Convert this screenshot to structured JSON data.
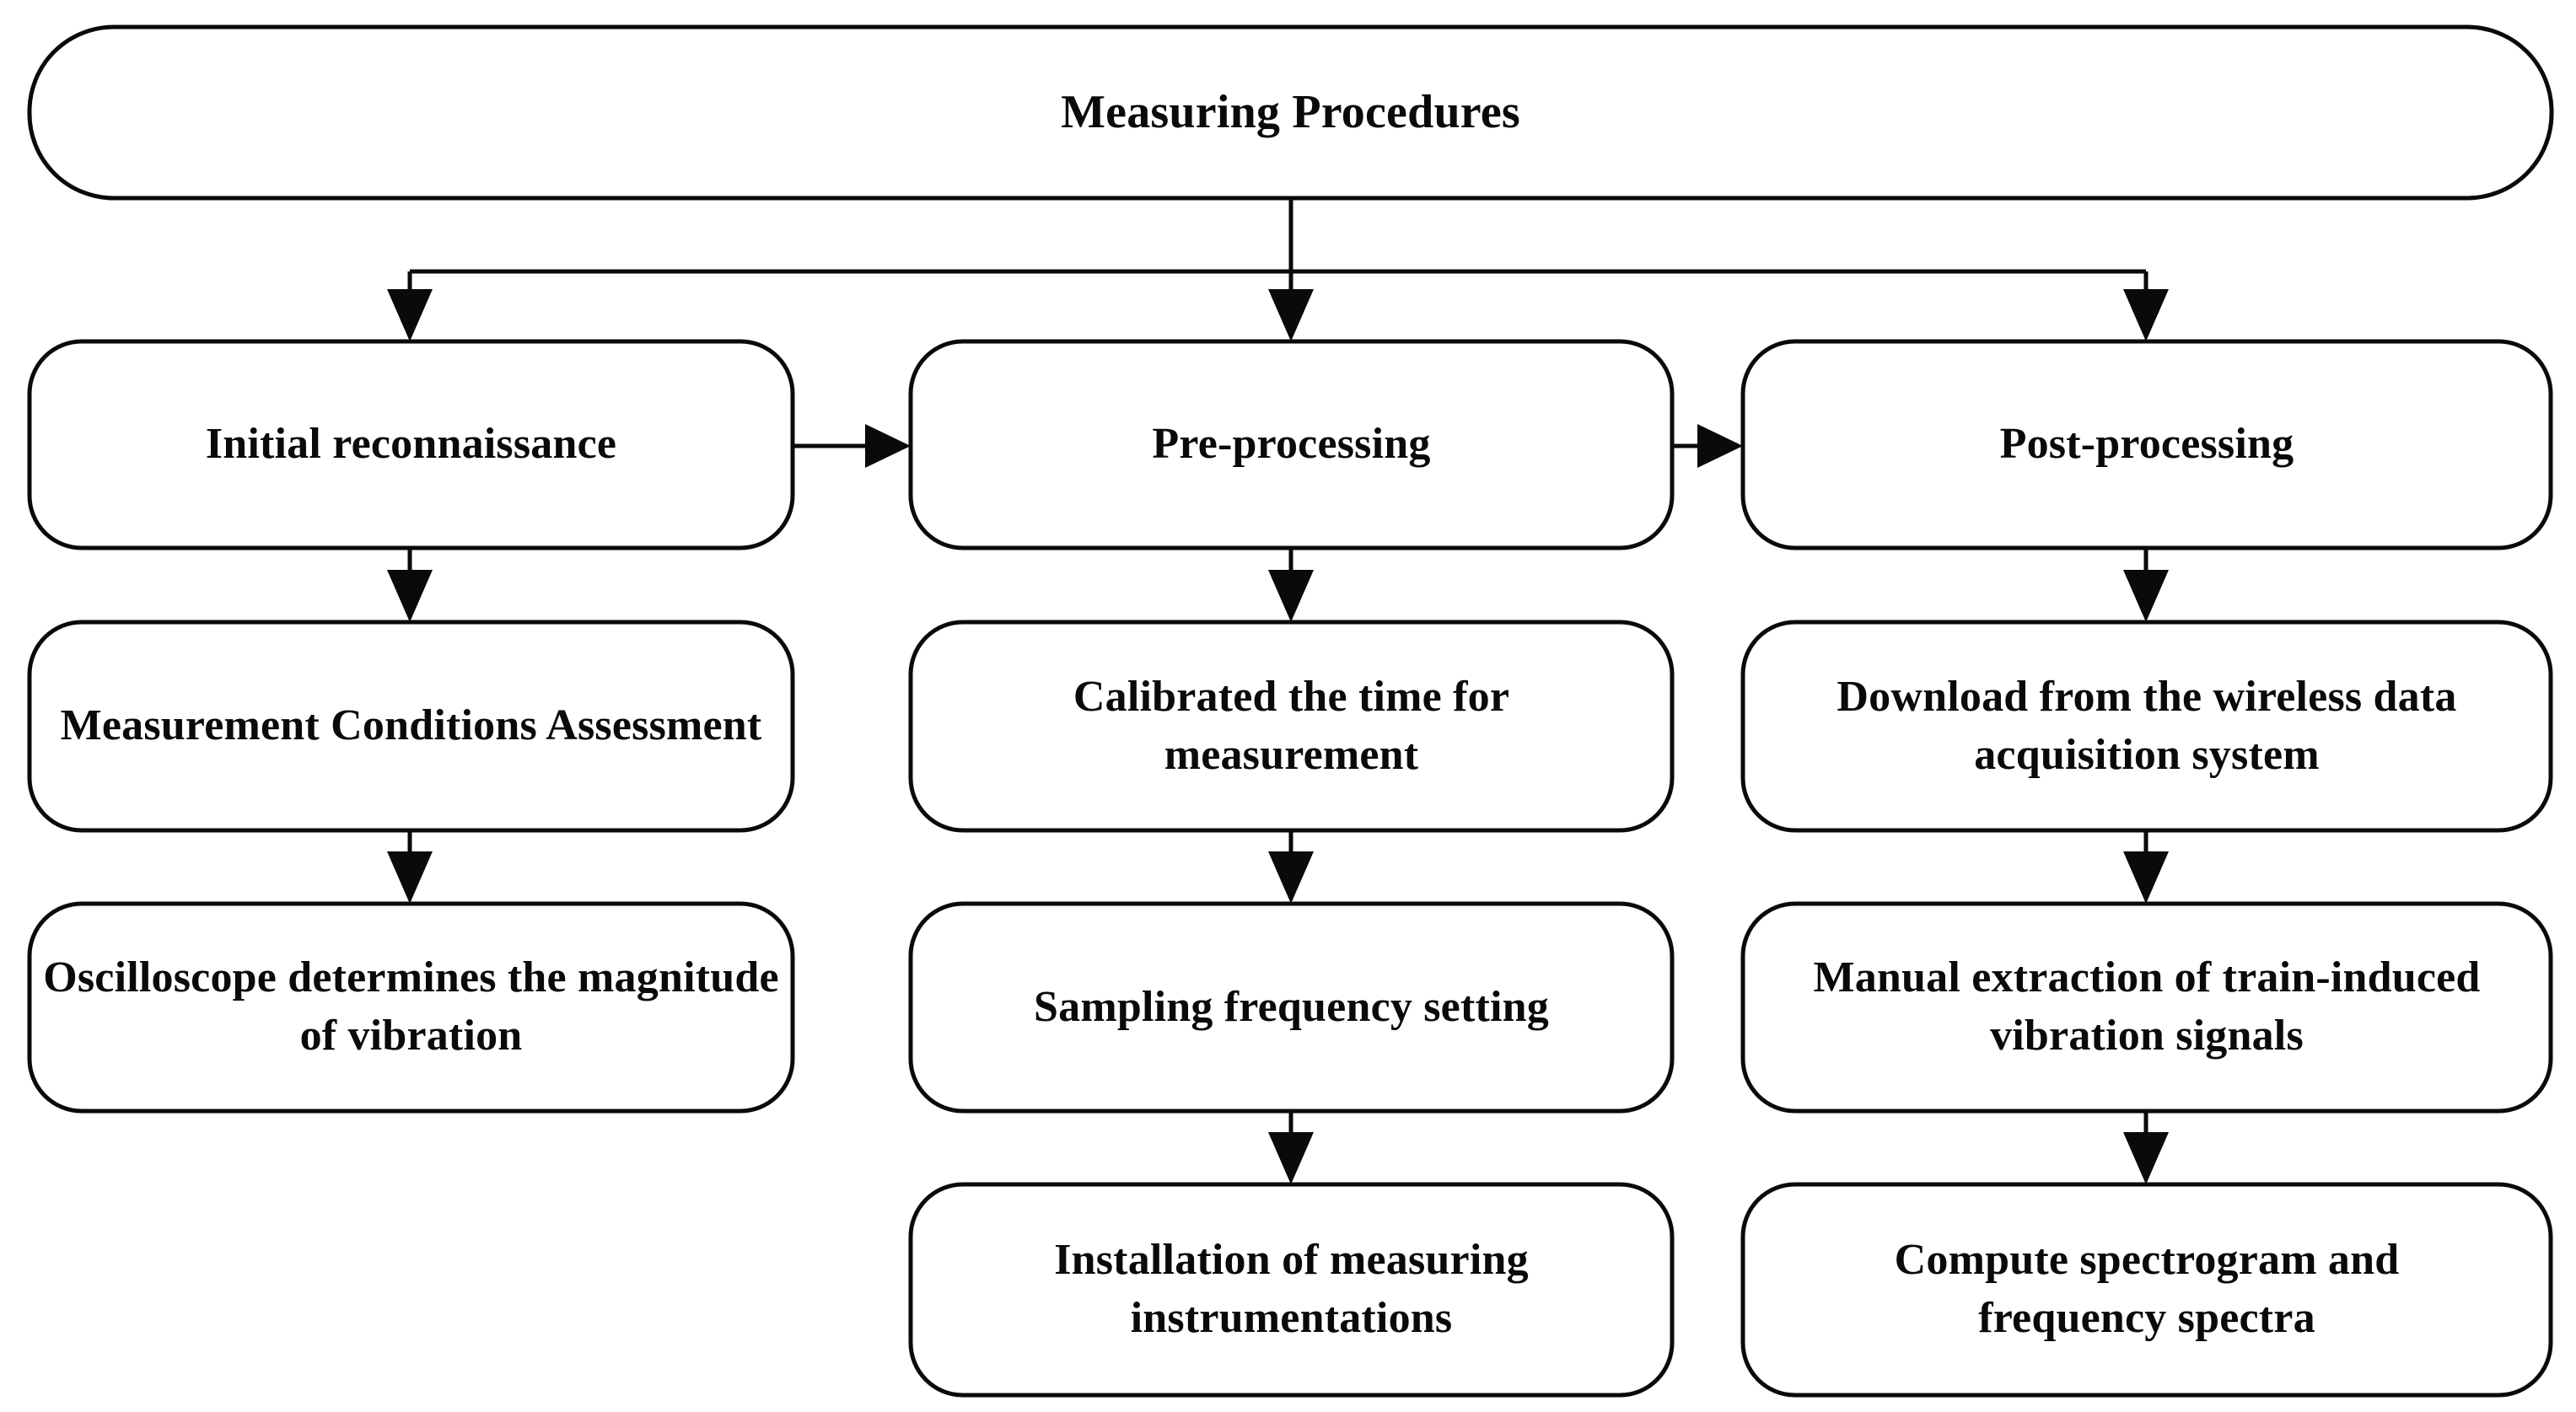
{
  "diagram": {
    "title": "Measuring Procedures",
    "type": "flowchart",
    "orientation": "top-down with three parallel branches",
    "background_color": "#ffffff",
    "line_color": "#0a0a0a",
    "text_color": "#0a0a0a",
    "nodes": {
      "root": {
        "label": "Measuring Procedures",
        "shape": "rounded-rectangle"
      },
      "col1": {
        "header": "Initial reconnaissance",
        "steps": [
          "Measurement Conditions Assessment",
          "Oscilloscope determines the magnitude of vibration"
        ]
      },
      "col2": {
        "header": "Pre-processing",
        "steps": [
          "Calibrated the time for measurement",
          "Sampling frequency setting",
          "Installation of measuring instrumentations"
        ]
      },
      "col3": {
        "header": "Post-processing",
        "steps": [
          "Download from the wireless data acquisition system",
          "Manual extraction of train-induced vibration signals",
          "Compute spectrogram and frequency spectra"
        ]
      }
    },
    "edges": [
      {
        "from": "Measuring Procedures",
        "to": "Initial reconnaissance",
        "kind": "branch-down-arrow"
      },
      {
        "from": "Measuring Procedures",
        "to": "Pre-processing",
        "kind": "branch-down-arrow"
      },
      {
        "from": "Measuring Procedures",
        "to": "Post-processing",
        "kind": "branch-down-arrow"
      },
      {
        "from": "Initial reconnaissance",
        "to": "Pre-processing",
        "kind": "horizontal-arrow"
      },
      {
        "from": "Pre-processing",
        "to": "Post-processing",
        "kind": "horizontal-arrow"
      },
      {
        "from": "Initial reconnaissance",
        "to": "Measurement Conditions Assessment",
        "kind": "down-arrow"
      },
      {
        "from": "Measurement Conditions Assessment",
        "to": "Oscilloscope determines the magnitude of vibration",
        "kind": "down-arrow"
      },
      {
        "from": "Pre-processing",
        "to": "Calibrated the time for measurement",
        "kind": "down-arrow"
      },
      {
        "from": "Calibrated the time for measurement",
        "to": "Sampling frequency setting",
        "kind": "down-arrow"
      },
      {
        "from": "Sampling frequency setting",
        "to": "Installation of measuring instrumentations",
        "kind": "down-arrow"
      },
      {
        "from": "Post-processing",
        "to": "Download from the wireless data acquisition system",
        "kind": "down-arrow"
      },
      {
        "from": "Download from the wireless data acquisition system",
        "to": "Manual extraction of train-induced vibration signals",
        "kind": "down-arrow"
      },
      {
        "from": "Manual extraction of train-induced vibration signals",
        "to": "Compute spectrogram and frequency spectra",
        "kind": "down-arrow"
      }
    ]
  }
}
